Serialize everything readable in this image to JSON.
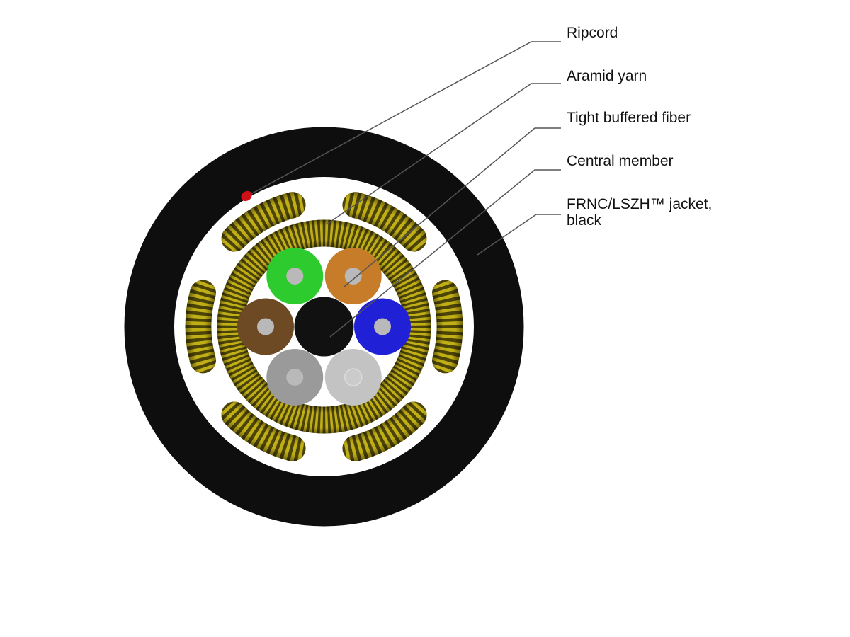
{
  "figure": {
    "type": "cross-section-diagram",
    "subject": "Tight buffered fiber optic cable cross-section",
    "background": "#ffffff",
    "label_text_color": "#111111",
    "leader_line_color": "#555555",
    "callouts": [
      {
        "id": "ripcord",
        "label": "Ripcord"
      },
      {
        "id": "aramid",
        "label": "Aramid yarn"
      },
      {
        "id": "tight",
        "label": "Tight buffered fiber"
      },
      {
        "id": "central",
        "label": "Central member"
      },
      {
        "id": "jacket",
        "label": "FRNC/LSZH™ jacket,",
        "label_line2": "black"
      }
    ],
    "parts": {
      "jacket": {
        "name": "FRNC/LSZH jacket, black",
        "color": "#0e0e0e"
      },
      "interior": {
        "color": "#ffffff"
      },
      "aramid_yarn": {
        "yellow": "#d2bf1a",
        "dark": "#161200"
      },
      "central_member": {
        "color": "#111111"
      },
      "ripcord": {
        "color": "#cf1016"
      },
      "fibers": {
        "buffer_dot_color": "#b9b9b9",
        "items": [
          {
            "position": "upper-left",
            "color_name": "green",
            "color": "#2ecb2e"
          },
          {
            "position": "upper-right",
            "color_name": "orange",
            "color": "#c67c28"
          },
          {
            "position": "left",
            "color_name": "brown",
            "color": "#6d4a23"
          },
          {
            "position": "right",
            "color_name": "blue",
            "color": "#2020d6"
          },
          {
            "position": "lower-left",
            "color_name": "gray",
            "color": "#9a9a9a"
          },
          {
            "position": "lower-right",
            "color_name": "silver",
            "color": "#c3c3c3"
          }
        ]
      }
    }
  }
}
